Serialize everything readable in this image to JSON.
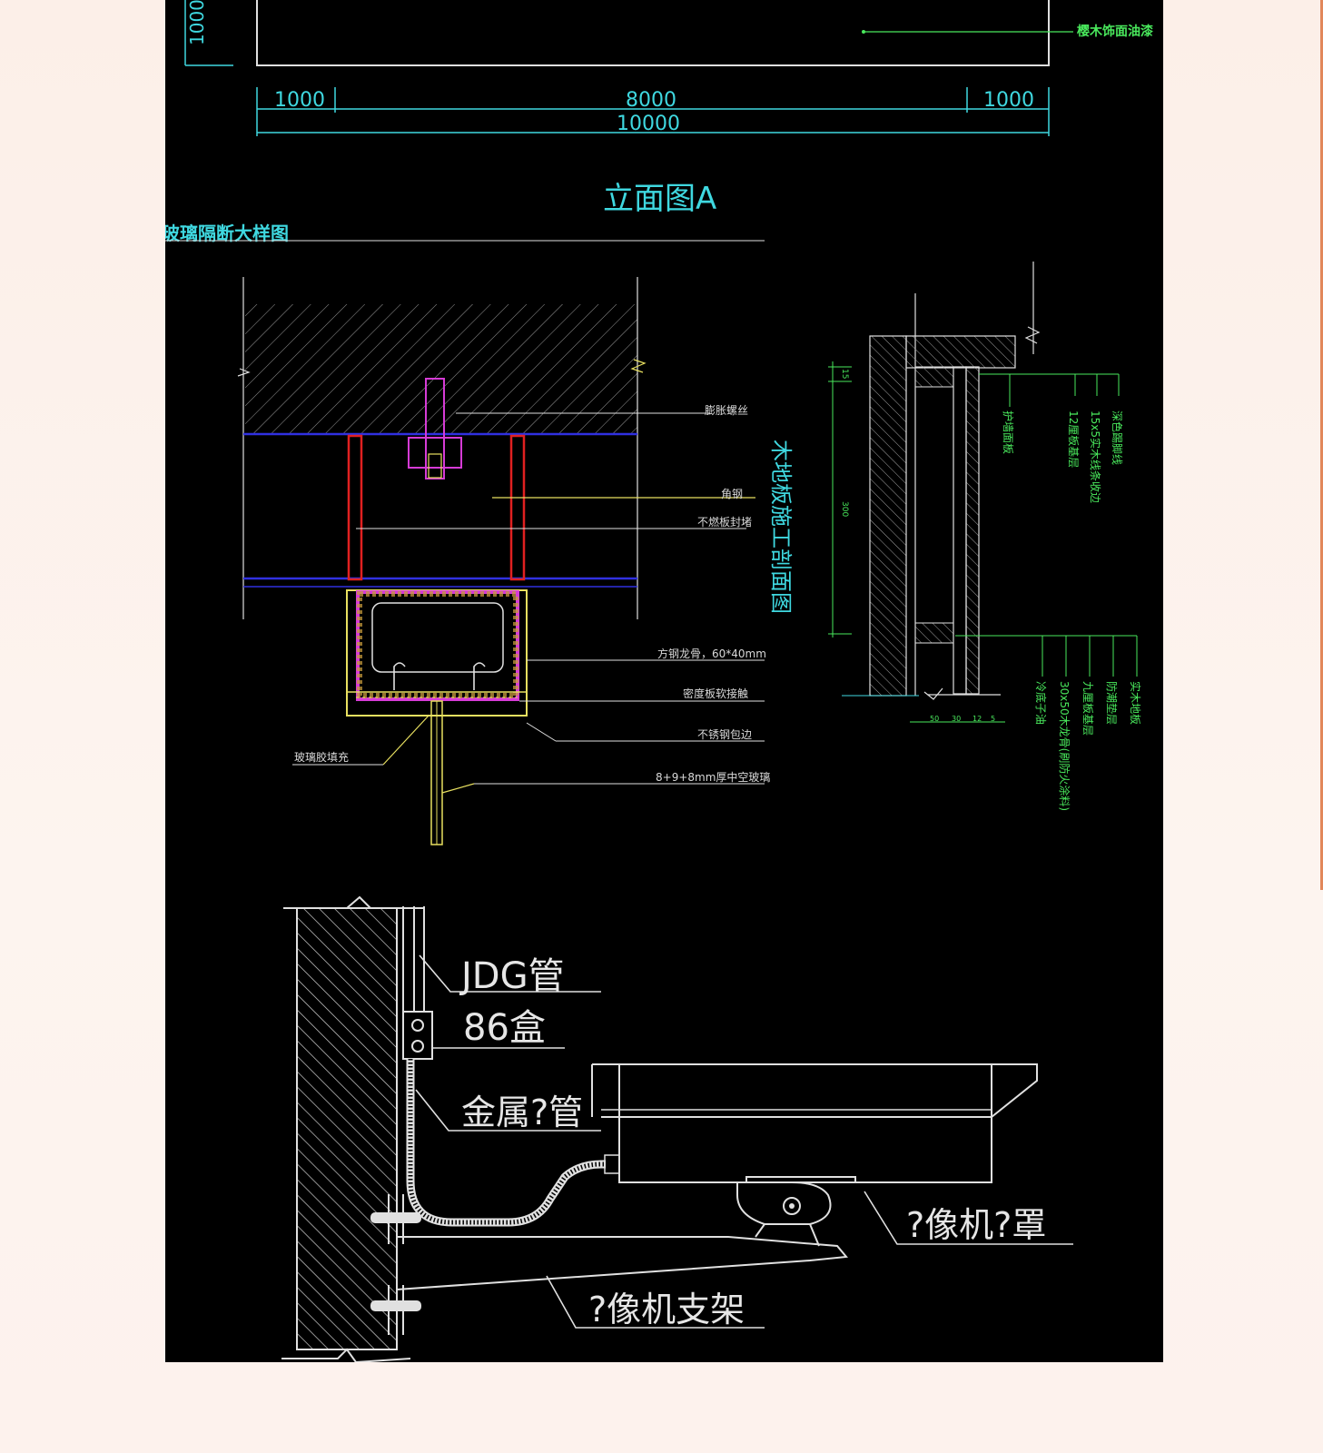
{
  "elevation": {
    "side_dim": "1000",
    "dims": [
      "1000",
      "8000",
      "1000"
    ],
    "total": "10000",
    "title": "立面图A",
    "note_right": "樱木饰面油漆"
  },
  "glass_partition": {
    "title": "玻璃隔断大样图",
    "labels": {
      "expansion_bolt": "膨胀螺丝",
      "angle_steel": "角钢",
      "fireproof_board": "不燃板封堵",
      "square_steel": "方钢龙骨，60*40mm",
      "density_board": "密度板软接触",
      "stainless_edge": "不锈钢包边",
      "glass_glue": "玻璃胶填充",
      "hollow_glass": "8+9+8mm厚中空玻璃"
    }
  },
  "wood_floor": {
    "title": "木地板施工剖面图",
    "labels_top": [
      "深色踢脚线",
      "15x5实木线条收边",
      "12厘板基层",
      "护墙面板"
    ],
    "labels_bottom": [
      "实木地板",
      "防潮垫层",
      "九厘板基层",
      "30x50木龙骨(刷防火涂料)",
      "冷底子油"
    ],
    "dim_top": "15",
    "dim_mid": "300",
    "dims_bottom": [
      "50",
      "30",
      "12",
      "5"
    ]
  },
  "camera": {
    "pipe": "JDG管",
    "box": "86盒",
    "metal_pipe": "金属?管",
    "housing": "?像机?罩",
    "bracket": "?像机支架"
  },
  "colors": {
    "cyan": "#3fd8e0",
    "green": "#49e85c",
    "red": "#e02020",
    "magenta": "#d63bd6",
    "yellow": "#e8e060"
  }
}
